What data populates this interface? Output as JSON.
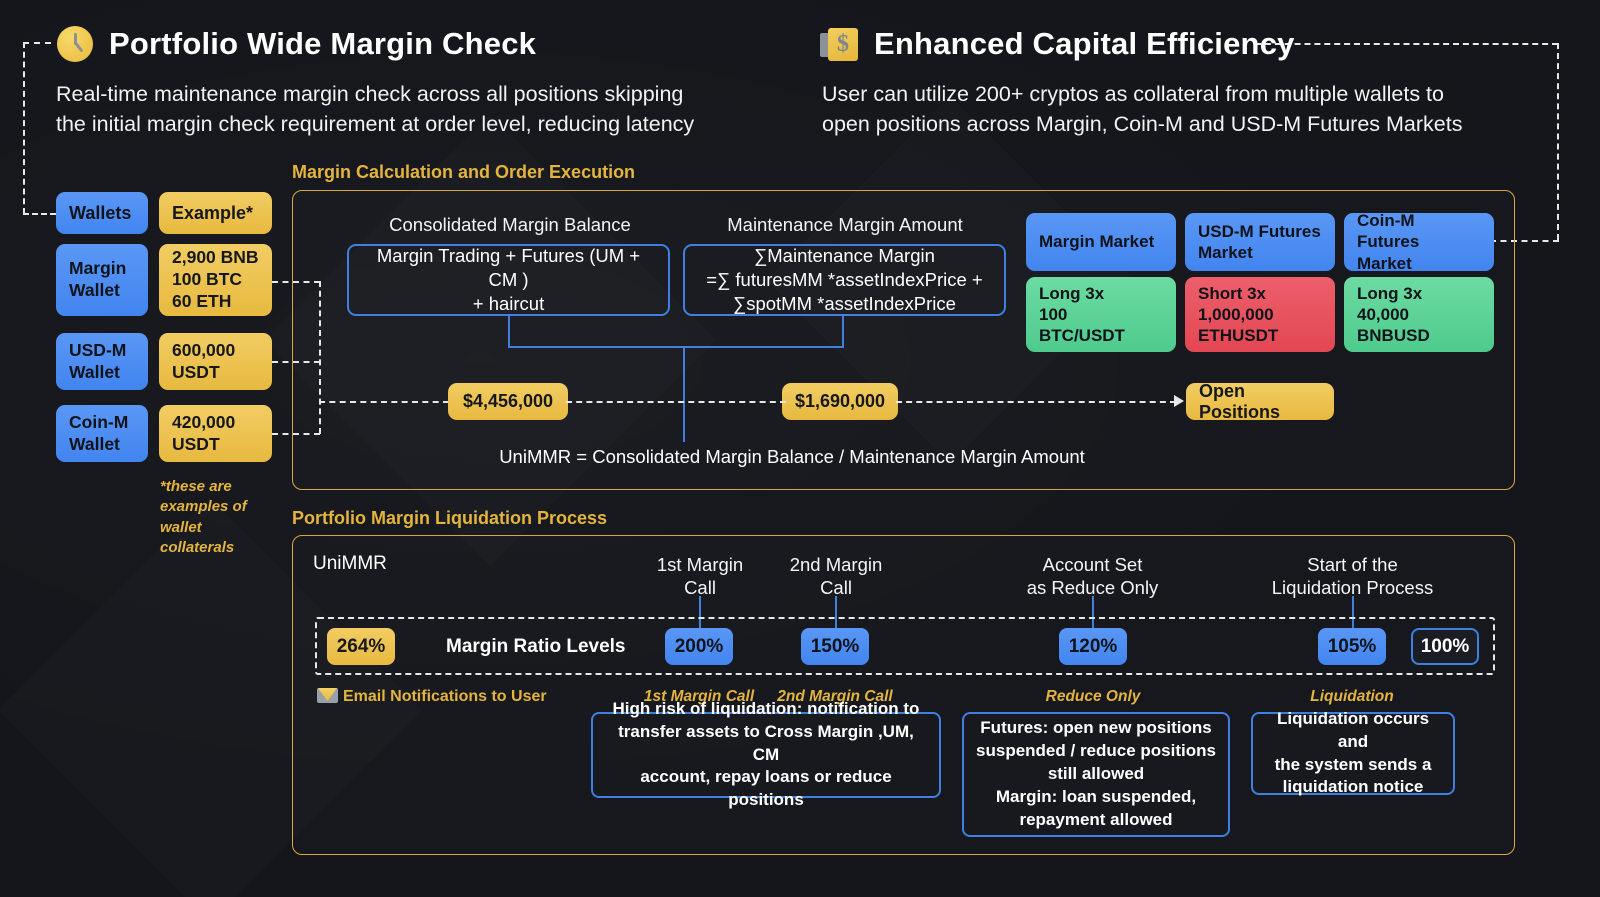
{
  "header": {
    "left": {
      "icon": "clock-icon",
      "title": "Portfolio Wide Margin Check",
      "subtitle": "Real-time maintenance margin check across all positions skipping\nthe initial margin check requirement at order level, reducing latency"
    },
    "right": {
      "icon": "money-note-icon",
      "title": "Enhanced Capital Efficiency",
      "subtitle": "User can utilize 200+ cryptos as collateral from multiple wallets to\nopen positions across Margin, Coin-M and USD-M Futures Markets"
    }
  },
  "wallets": {
    "col_header_wallets": "Wallets",
    "col_header_example": "Example*",
    "rows": [
      {
        "wallet": "Margin\nWallet",
        "example": "2,900 BNB\n100 BTC\n60 ETH"
      },
      {
        "wallet": "USD-M\nWallet",
        "example": "600,000\nUSDT"
      },
      {
        "wallet": "Coin-M\nWallet",
        "example": "420,000\nUSDT"
      }
    ],
    "footnote": "*these are\nexamples of\nwallet\ncollaterals"
  },
  "margin_panel": {
    "label": "Margin Calculation and Order Execution",
    "left_caption": "Consolidated Margin Balance",
    "left_formula": "Margin Trading + Futures (UM + CM )\n+ haircut",
    "right_caption": "Maintenance Margin Amount",
    "right_formula": "∑Maintenance Margin\n=∑ futuresMM *assetIndexPrice +\n∑spotMM *assetIndexPrice",
    "left_value": "$4,456,000",
    "right_value": "$1,690,000",
    "unimmr_formula": "UniMMR = Consolidated Margin Balance / Maintenance Margin Amount",
    "open_positions": "Open Positions",
    "markets": [
      {
        "name": "Margin Market",
        "position": "Long 3x\n100\nBTC/USDT",
        "side": "long"
      },
      {
        "name": "USD-M Futures\nMarket",
        "position": "Short 3x\n1,000,000\nETHUSDT",
        "side": "short"
      },
      {
        "name": "Coin-M Futures\nMarket",
        "position": "Long 3x\n40,000\nBNBUSD",
        "side": "long"
      }
    ]
  },
  "liquidation_panel": {
    "label": "Portfolio Margin Liquidation Process",
    "unimmr_label": "UniMMR",
    "ratio_label": "Margin Ratio Levels",
    "current_ratio": "264%",
    "email_label": "Email Notifications to User",
    "stages": [
      {
        "title": "1st Margin\nCall",
        "percent": "200%",
        "tag": "1st Margin Call",
        "message": "High risk of liquidation: notification to\ntransfer assets to Cross Margin ,UM, CM\naccount, repay loans or reduce positions"
      },
      {
        "title": "2nd Margin\nCall",
        "percent": "150%",
        "tag": "2nd Margin Call",
        "message": ""
      },
      {
        "title": "Account Set\nas Reduce Only",
        "percent": "120%",
        "tag": "Reduce Only",
        "message": "Futures: open new positions\nsuspended / reduce positions\nstill allowed\nMargin: loan suspended,\nrepayment allowed"
      },
      {
        "title": "Start of the\nLiquidation Process",
        "percent": "105%",
        "tag": "Liquidation",
        "message": "Liquidation occurs and\nthe system sends a\nliquidation notice"
      }
    ],
    "final_percent": "100%"
  },
  "colors": {
    "background": "#14161b",
    "blue": "#4285f0",
    "yellow": "#e7b93f",
    "green": "#4ecb8c",
    "red": "#e34753",
    "panel_border": "#d8a93a",
    "dashed": "#e8e8e8"
  }
}
